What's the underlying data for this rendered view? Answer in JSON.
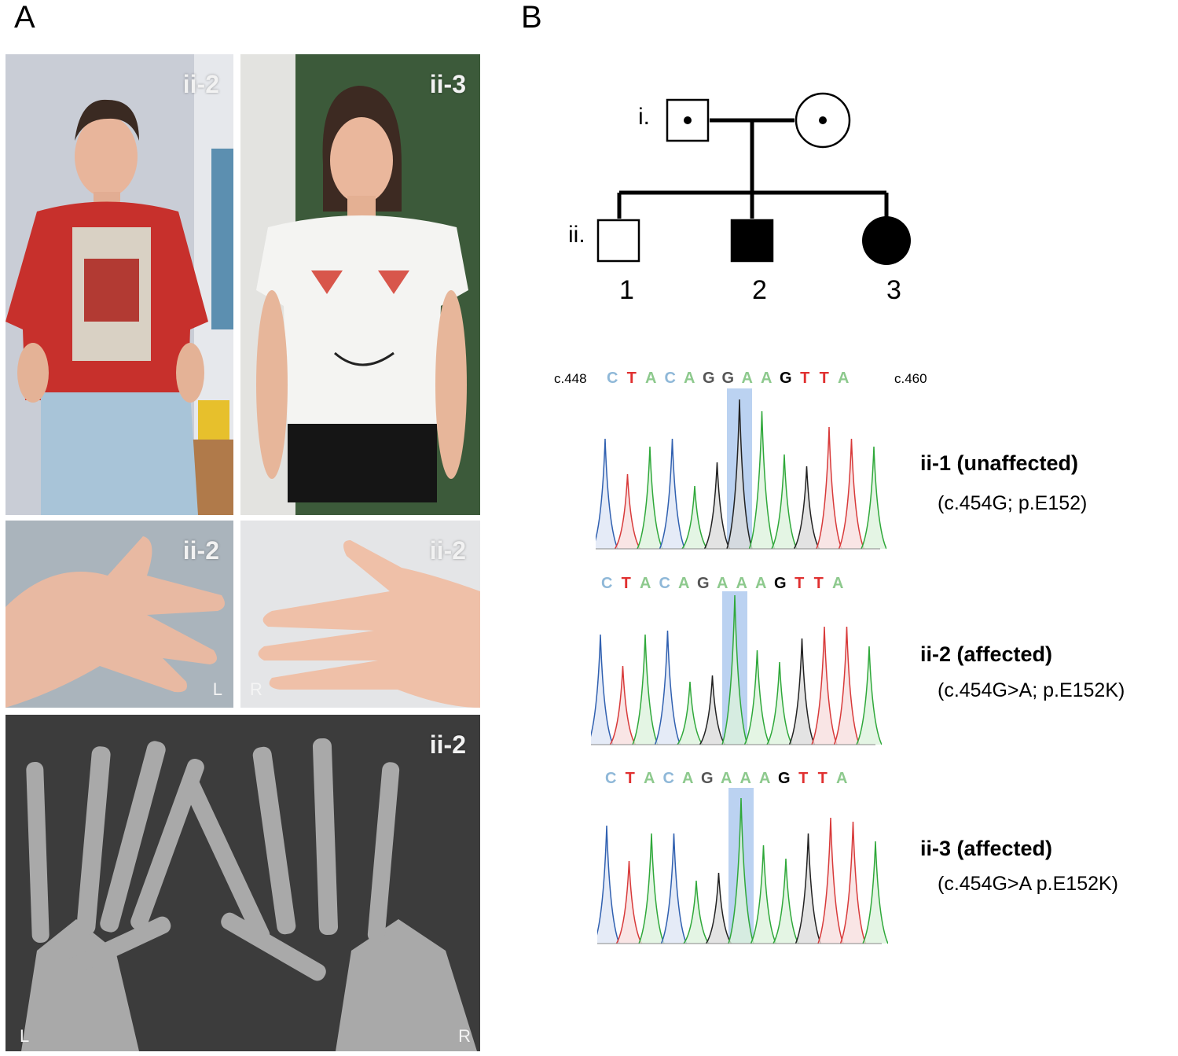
{
  "panels": {
    "a": "A",
    "b": "B"
  },
  "photos": {
    "boy": {
      "tag": "ii-2"
    },
    "girl": {
      "tag": "ii-3"
    },
    "hand_left": {
      "tag": "ii-2",
      "side": "L"
    },
    "hand_right": {
      "tag": "ii-2",
      "side": "R"
    },
    "xray": {
      "tag": "ii-2",
      "side_left": "L",
      "side_right": "R"
    }
  },
  "pedigree": {
    "generations": [
      "i.",
      "ii."
    ],
    "children": [
      "1",
      "2",
      "3"
    ]
  },
  "sequence": {
    "start": "c.448",
    "end": "c.460",
    "wildtype": [
      "C",
      "T",
      "A",
      "C",
      "A",
      "G",
      "G",
      "A",
      "A",
      "G",
      "T",
      "T",
      "A"
    ],
    "mutant": [
      "C",
      "T",
      "A",
      "C",
      "A",
      "G",
      "A",
      "A",
      "A",
      "G",
      "T",
      "T",
      "A"
    ],
    "colors": {
      "C": "#8fb8d8",
      "T": "#e03030",
      "A": "#8dc98d",
      "G": "#555555",
      "G_dark": "#000000"
    }
  },
  "traces": [
    {
      "title": "ii-1 (unaffected)",
      "genotype": "(c.454G; p.E152)"
    },
    {
      "title": "ii-2 (affected)",
      "genotype": "(c.454G>A; p.E152K)"
    },
    {
      "title": "ii-3 (affected)",
      "genotype": "(c.454G>A p.E152K)"
    }
  ]
}
